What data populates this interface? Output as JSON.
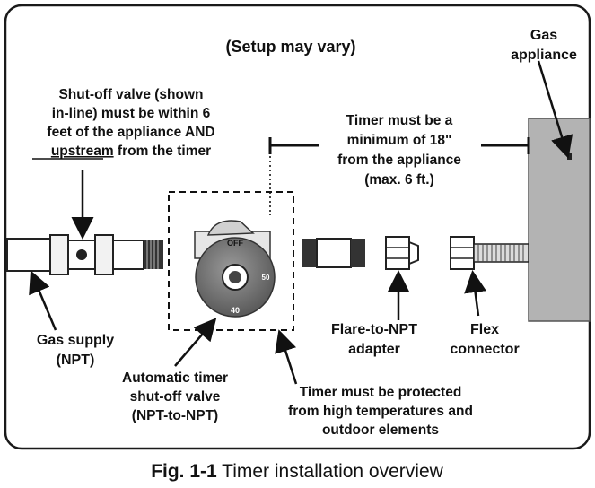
{
  "setup_note": "(Setup may vary)",
  "gas_appliance": [
    "Gas",
    "appliance"
  ],
  "shutoff_note": [
    "Shut-off valve (shown",
    "in-line) must be within 6",
    "feet of the appliance AND",
    "upstream from the timer"
  ],
  "shutoff_note_last_rest": " from the timer",
  "shutoff_note_underlined": "upstream",
  "timer_distance_note": [
    "Timer must be a",
    "minimum of 18\"",
    "from the appliance",
    "(max. 6 ft.)"
  ],
  "gas_supply": [
    "Gas supply",
    "(NPT)"
  ],
  "flare_adapter": [
    "Flare-to-NPT",
    "adapter"
  ],
  "flex_connector": [
    "Flex",
    "connector"
  ],
  "auto_timer": [
    "Automatic timer",
    "shut-off valve",
    "(NPT-to-NPT)"
  ],
  "timer_protect": [
    "Timer must be protected",
    "from high temperatures and",
    "outdoor elements"
  ],
  "dial": {
    "off": "OFF",
    "bottom": "40",
    "right": "50"
  },
  "caption": {
    "prefix": "Fig. 1-1",
    "text": " Timer installation overview"
  }
}
